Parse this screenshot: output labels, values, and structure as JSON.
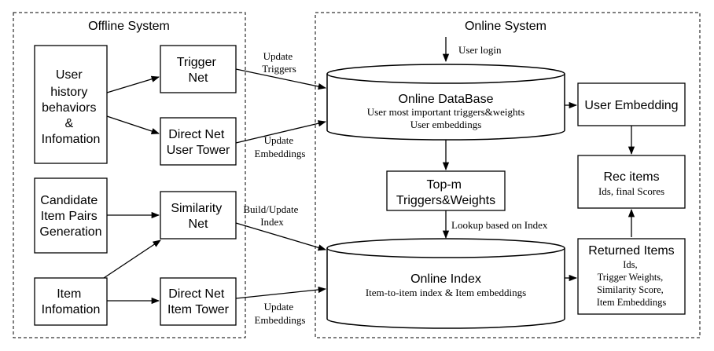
{
  "panels": {
    "offline_title": "Offline System",
    "online_title": "Online System"
  },
  "offline": {
    "user_history": [
      "User",
      "history",
      "behaviors",
      "&",
      "Infomation"
    ],
    "trigger_net": [
      "Trigger",
      "Net"
    ],
    "direct_net_user": [
      "Direct Net",
      "User Tower"
    ],
    "candidate_pairs": [
      "Candidate",
      "Item Pairs",
      "Generation"
    ],
    "similarity_net": [
      "Similarity",
      "Net"
    ],
    "item_info": [
      "Item",
      "Infomation"
    ],
    "direct_net_item": [
      "Direct Net",
      "Item Tower"
    ]
  },
  "edge_labels": {
    "update_triggers": [
      "Update",
      "Triggers"
    ],
    "update_embeddings_user": [
      "Update",
      "Embeddings"
    ],
    "build_update_index": [
      "Build/Update",
      "Index"
    ],
    "update_embeddings_item": [
      "Update",
      "Embeddings"
    ],
    "user_login": "User login",
    "lookup": "Lookup based on Index"
  },
  "online": {
    "database_title": "Online DataBase",
    "database_sub": [
      "User most important triggers&weights",
      "User embeddings"
    ],
    "topm": [
      "Top-m",
      "Triggers&Weights"
    ],
    "index_title": "Online Index",
    "index_sub": "Item-to-item index & Item embeddings",
    "user_embedding": "User Embedding",
    "rec_items_title": "Rec items",
    "rec_items_sub": "Ids, final Scores",
    "returned_title": "Returned Items",
    "returned_sub": [
      "Ids,",
      "Trigger Weights,",
      "Similarity Score,",
      "Item Embeddings"
    ]
  }
}
